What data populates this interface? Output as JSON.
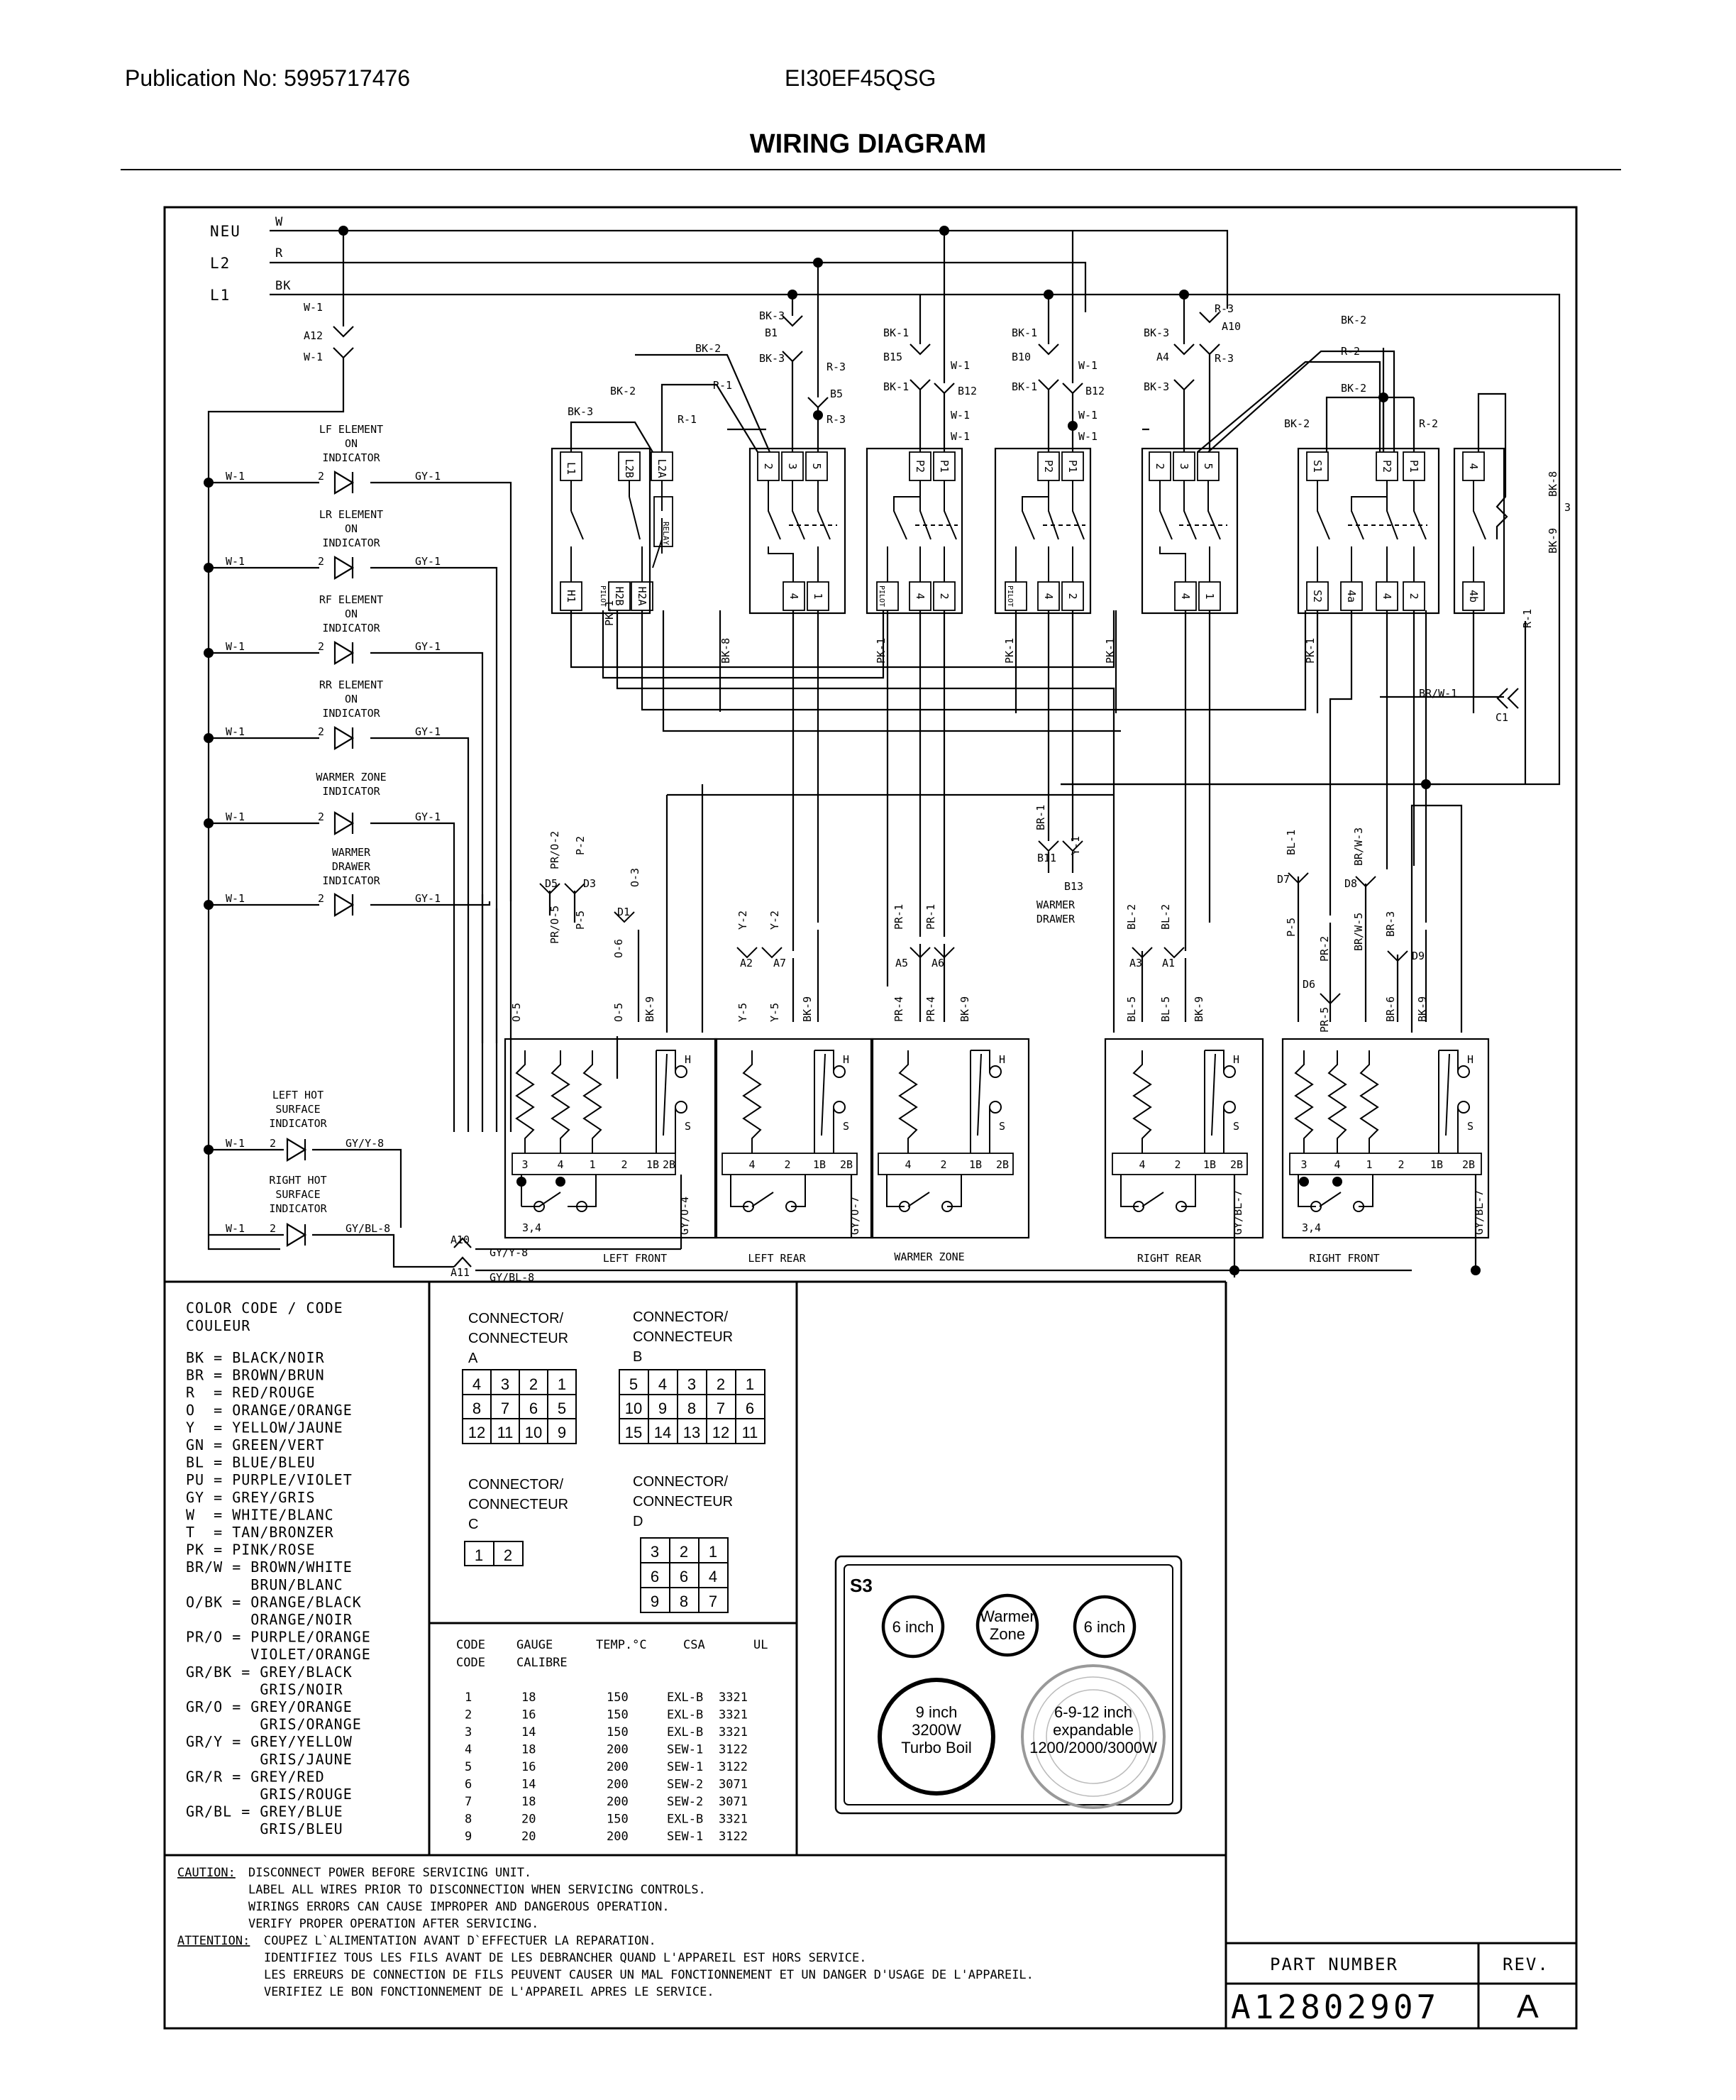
{
  "header": {
    "publication": "Publication No: 5995717476",
    "model": "EI30EF45QSG",
    "title": "WIRING DIAGRAM"
  },
  "bus": {
    "neu": "NEU",
    "l2": "L2",
    "l1": "L1",
    "w": "W",
    "r": "R",
    "bk": "BK"
  },
  "indicators": [
    {
      "lines": [
        "LF ELEMENT",
        "ON",
        "INDICATOR"
      ]
    },
    {
      "lines": [
        "LR ELEMENT",
        "ON",
        "INDICATOR"
      ]
    },
    {
      "lines": [
        "RF ELEMENT",
        "ON",
        "INDICATOR"
      ]
    },
    {
      "lines": [
        "RR ELEMENT",
        "ON",
        "INDICATOR"
      ]
    },
    {
      "lines": [
        "WARMER ZONE",
        "INDICATOR"
      ]
    },
    {
      "lines": [
        "WARMER",
        "DRAWER",
        "INDICATOR"
      ]
    }
  ],
  "hot_indicators": [
    {
      "lines": [
        "LEFT HOT",
        "SURFACE",
        "INDICATOR"
      ],
      "wire": "GY/Y-8",
      "conn": "A10",
      "wire2": "GY/Y-8"
    },
    {
      "lines": [
        "RIGHT HOT",
        "SURFACE",
        "INDICATOR"
      ],
      "wire": "GY/BL-8",
      "conn": "A11",
      "wire2": "GY/BL-8"
    }
  ],
  "wire_labels": {
    "w1": "W-1",
    "gy1": "GY-1",
    "two": "2",
    "a12": "A12",
    "bk3": "BK-3",
    "bk2": "BK-2",
    "bk1": "BK-1",
    "r1": "R-1",
    "r2": "R-2",
    "r3": "R-3",
    "bk8": "BK-8",
    "bk9": "BK-9",
    "pk1": "PK-1",
    "brw1": "BR/W-1",
    "c1": "C1",
    "b1": "B1",
    "b5": "B5",
    "b15": "B15",
    "b12": "B12",
    "b10": "B10",
    "a4": "A4",
    "a10": "A10",
    "p3": "3",
    "pro2": "PR/O-2",
    "p2": "P-2",
    "o3": "O-3",
    "pro5": "PR/O-5",
    "p5": "P-5",
    "o6": "O-6",
    "d5": "D5",
    "d3": "D3",
    "d1": "D1",
    "o5": "O-5",
    "y2": "Y-2",
    "y5": "Y-5",
    "a2": "A2",
    "a7": "A7",
    "pr1": "PR-1",
    "pr4": "PR-4",
    "a5": "A5",
    "a6": "A6",
    "br1": "BR-1",
    "y1": "Y-1",
    "b11": "B11",
    "b13": "B13",
    "warmer_drawer": [
      "WARMER",
      "DRAWER"
    ],
    "bl2": "BL-2",
    "bl5": "BL-5",
    "a3": "A3",
    "a1": "A1",
    "bl1": "BL-1",
    "brw3": "BR/W-3",
    "d7": "D7",
    "d8": "D8",
    "pr2": "PR-2",
    "brw5": "BR/W-5",
    "br3": "BR-3",
    "br6": "BR-6",
    "pr5": "PR-5",
    "d6": "D6",
    "d9": "D9",
    "gyo4": "GY/O-4",
    "gyo7": "GY/O-7",
    "gybl7": "GY/BL-7",
    "h": "H",
    "s": "S",
    "t34": "3,4",
    "relay": "RELAY",
    "pilot": "PILOT"
  },
  "switches": [
    {
      "top": [
        "L1",
        "L2B",
        "L2A"
      ],
      "bottom": [
        "H1",
        "H2B",
        "H2A"
      ]
    },
    {
      "top": [
        "2",
        "3",
        "5"
      ],
      "bottom": [
        "4",
        "1"
      ]
    },
    {
      "top": [
        "P2",
        "P1"
      ],
      "bottom": [
        "4",
        "2"
      ]
    },
    {
      "top": [
        "P2",
        "P1"
      ],
      "bottom": [
        "4",
        "2"
      ]
    },
    {
      "top": [
        "2",
        "3",
        "5"
      ],
      "bottom": [
        "4",
        "1"
      ]
    },
    {
      "top": [
        "S1",
        "P2",
        "P1"
      ],
      "bottom": [
        "S2",
        "4a",
        "4",
        "2"
      ]
    },
    {
      "top": [
        "4"
      ],
      "bottom": [
        "4b"
      ]
    }
  ],
  "elements": [
    {
      "name": "LEFT FRONT",
      "terms": [
        "3",
        "4",
        "1",
        "2",
        "1B",
        "2B"
      ]
    },
    {
      "name": "LEFT REAR",
      "terms": [
        "4",
        "2",
        "1B",
        "2B"
      ]
    },
    {
      "name": "WARMER ZONE",
      "terms": [
        "4",
        "2",
        "1B",
        "2B"
      ]
    },
    {
      "name": "RIGHT REAR",
      "terms": [
        "4",
        "2",
        "1B",
        "2B"
      ]
    },
    {
      "name": "RIGHT FRONT",
      "terms": [
        "3",
        "4",
        "1",
        "2",
        "1B",
        "2B"
      ]
    }
  ],
  "color_code": {
    "title": [
      "COLOR CODE / CODE",
      "COULEUR"
    ],
    "rows": [
      "BK = BLACK/NOIR",
      "BR = BROWN/BRUN",
      "R  = RED/ROUGE",
      "O  = ORANGE/ORANGE",
      "Y  = YELLOW/JAUNE",
      "GN = GREEN/VERT",
      "BL = BLUE/BLEU",
      "PU = PURPLE/VIOLET",
      "GY = GREY/GRIS",
      "W  = WHITE/BLANC",
      "T  = TAN/BRONZER",
      "PK = PINK/ROSE",
      "BR/W = BROWN/WHITE",
      "       BRUN/BLANC",
      "O/BK = ORANGE/BLACK",
      "       ORANGE/NOIR",
      "PR/O = PURPLE/ORANGE",
      "       VIOLET/ORANGE",
      "GR/BK = GREY/BLACK",
      "        GRIS/NOIR",
      "GR/O = GREY/ORANGE",
      "        GRIS/ORANGE",
      "GR/Y = GREY/YELLOW",
      "        GRIS/JAUNE",
      "GR/R = GREY/RED",
      "        GRIS/ROUGE",
      "GR/BL = GREY/BLUE",
      "        GRIS/BLEU"
    ]
  },
  "connectors": {
    "a": {
      "label": [
        "CONNECTOR/",
        "CONNECTEUR",
        "A"
      ],
      "rows": [
        [
          "4",
          "3",
          "2",
          "1"
        ],
        [
          "8",
          "7",
          "6",
          "5"
        ],
        [
          "12",
          "11",
          "10",
          "9"
        ]
      ]
    },
    "b": {
      "label": [
        "CONNECTOR/",
        "CONNECTEUR",
        "B"
      ],
      "rows": [
        [
          "5",
          "4",
          "3",
          "2",
          "1"
        ],
        [
          "10",
          "9",
          "8",
          "7",
          "6"
        ],
        [
          "15",
          "14",
          "13",
          "12",
          "11"
        ]
      ]
    },
    "c": {
      "label": [
        "CONNECTOR/",
        "CONNECTEUR",
        "C"
      ],
      "rows": [
        [
          "1",
          "2"
        ]
      ]
    },
    "d": {
      "label": [
        "CONNECTOR/",
        "CONNECTEUR",
        "D"
      ],
      "rows": [
        [
          "3",
          "2",
          "1"
        ],
        [
          "6",
          "6",
          "4"
        ],
        [
          "9",
          "8",
          "7"
        ]
      ]
    }
  },
  "gauge_table": {
    "headers": [
      "CODE",
      "GAUGE",
      "TEMP.°C",
      "CSA",
      "UL"
    ],
    "headers2": [
      "CODE",
      "CALIBRE"
    ],
    "rows": [
      [
        "1",
        "18",
        "150",
        "EXL-B",
        "3321"
      ],
      [
        "2",
        "16",
        "150",
        "EXL-B",
        "3321"
      ],
      [
        "3",
        "14",
        "150",
        "EXL-B",
        "3321"
      ],
      [
        "4",
        "18",
        "200",
        "SEW-1",
        "3122"
      ],
      [
        "5",
        "16",
        "200",
        "SEW-1",
        "3122"
      ],
      [
        "6",
        "14",
        "200",
        "SEW-2",
        "3071"
      ],
      [
        "7",
        "18",
        "200",
        "SEW-2",
        "3071"
      ],
      [
        "8",
        "20",
        "150",
        "EXL-B",
        "3321"
      ],
      [
        "9",
        "20",
        "200",
        "SEW-1",
        "3122"
      ]
    ]
  },
  "cooktop": {
    "label": "S3",
    "burners": [
      {
        "lines": [
          "6 inch"
        ]
      },
      {
        "lines": [
          "Warmer",
          "Zone"
        ]
      },
      {
        "lines": [
          "6 inch"
        ]
      },
      {
        "lines": [
          "9 inch",
          "3200W",
          "Turbo Boil"
        ]
      },
      {
        "lines": [
          "6-9-12 inch",
          "expandable",
          "1200/2000/3000W"
        ]
      }
    ]
  },
  "caution": {
    "caution_label": "CAUTION:",
    "caution_lines": [
      "DISCONNECT POWER BEFORE SERVICING UNIT.",
      "LABEL ALL WIRES PRIOR TO DISCONNECTION WHEN SERVICING CONTROLS.",
      "WIRINGS ERRORS CAN CAUSE IMPROPER AND DANGEROUS OPERATION.",
      "VERIFY PROPER OPERATION AFTER SERVICING."
    ],
    "attention_label": "ATTENTION:",
    "attention_lines": [
      "COUPEZ L`ALIMENTATION AVANT D`EFFECTUER LA REPARATION.",
      "IDENTIFIEZ TOUS LES FILS AVANT DE LES DEBRANCHER QUAND L'APPAREIL EST HORS SERVICE.",
      "LES ERREURS DE CONNECTION DE FILS PEUVENT CAUSER UN MAL FONCTIONNEMENT ET UN DANGER D'USAGE DE L'APPAREIL.",
      "VERIFIEZ LE BON FONCTIONNEMENT DE L'APPAREIL APRES LE SERVICE."
    ]
  },
  "part": {
    "label": "PART NUMBER",
    "rev_label": "REV.",
    "number": "A12802907",
    "rev": "A"
  }
}
